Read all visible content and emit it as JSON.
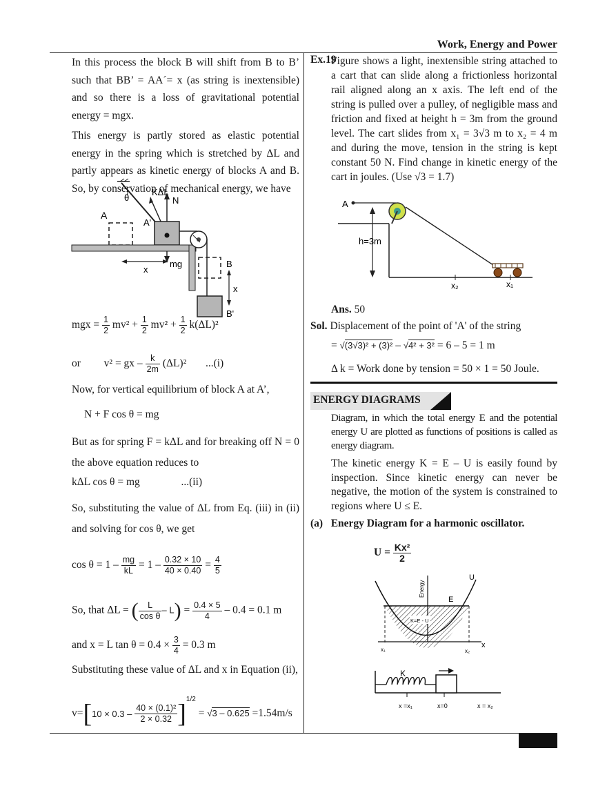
{
  "header": {
    "title": "Work, Energy and Power"
  },
  "left": {
    "para1": "In this process the block B will shift from B to B’ such that BB’ = AA´= x (as string is inextensible) and so there is a loss of gravitational potential energy = mgx.",
    "para2": "This energy is partly stored as elastic potential energy in the spring which is stretched by ΔL and partly appears as kinetic energy of blocks A and B. So, by conservation of mechanical energy, we have",
    "fig1": {
      "theta": "θ",
      "kdl": "KΔL",
      "n": "N",
      "a": "A",
      "a_prime": "A'",
      "mg": "mg",
      "x_bottom": "x",
      "b": "B",
      "x_right": "x",
      "b_prime": "B'"
    },
    "eq1": {
      "lhs": "mgx =",
      "f1n": "1",
      "f1d": "2",
      "t1": "mv² +",
      "f2n": "1",
      "f2d": "2",
      "t2": "mv² +",
      "f3n": "1",
      "f3d": "2",
      "t3": "k(ΔL)²"
    },
    "eq2": {
      "or": "or",
      "lhs": "v² = gx –",
      "fn": "k",
      "fd": "2m",
      "t": "(ΔL)²",
      "tag": "...(i)"
    },
    "para3": "Now, for vertical equilibrium of block A at A’,",
    "eq3": "N + F cos θ = mg",
    "para4": "But as for spring F = kΔL and for breaking off N = 0 the above equation reduces to",
    "eq4": "kΔL cos θ = mg",
    "eq4_tag": "...(ii)",
    "para5": "So, substituting the value of ΔL from Eq. (iii) in (ii) and solving for cos θ, we get",
    "eq5": {
      "lhs": "cos θ = 1 –",
      "f1n": "mg",
      "f1d": "kL",
      "mid": "= 1 –",
      "f2n": "0.32 × 10",
      "f2d": "40 × 0.40",
      "eq": "=",
      "f3n": "4",
      "f3d": "5"
    },
    "eq6": {
      "lhs": "So, that ΔL =",
      "fn": "L",
      "fd": "cos θ",
      "minus": "– L",
      "eq": "=",
      "f2n": "0.4 × 5",
      "f2d": "4",
      "rhs": "– 0.4 = 0.1 m"
    },
    "eq7": {
      "lhs": "and  x = L tan θ = 0.4 ×",
      "fn": "3",
      "fd": "4",
      "rhs": "= 0.3 m"
    },
    "para6": "Substituting these value of ΔL and x in Equation (ii),",
    "eq8": {
      "lhs": "v=",
      "inner": "10 × 0.3 –",
      "fn": "40 × (0.1)²",
      "fd": "2 × 0.32",
      "pow": "1/2",
      "eq": "=",
      "root": "3 – 0.625",
      "rhs": "=1.54m/s"
    }
  },
  "right": {
    "ex_label": "Ex.19",
    "ex_text": "Figure shows a light, inextensible string attached to a cart that can slide along a frictionless horizontal rail aligned along an x axis. The left end of the string is pulled over a pulley, of negligible mass and friction and fixed at height h = 3m from the ground level. The cart slides from x₁ = 3√3 m to x₂ = 4 m and during the move, tension in the string is kept constant 50 N. Find change in kinetic energy of the cart in joules. (Use √3 = 1.7)",
    "fig2": {
      "a": "A",
      "h": "h=3m",
      "x2": "x₂",
      "x1": "x₁"
    },
    "ans_label": "Ans.",
    "ans_value": "50",
    "sol_label": "Sol.",
    "sol_text": "Displacement of the point of 'A' of the string",
    "sol_eq1": {
      "eq": "=",
      "root1": "(3√3)² + (3)²",
      "minus": "–",
      "root2": "4² + 3²",
      "rhs": "= 6 – 5 = 1 m"
    },
    "sol_eq2": "Δ k = Work done by tension   = 50 × 1 = 50 Joule.",
    "section_title": "ENERGY DIAGRAMS",
    "para1": "Diagram, in which the total energy E and the potential energy U are plotted as functions of positions is called as energy diagram.",
    "para2": "The kinetic energy K = E – U is easily found by inspection. Since kinetic energy can never be negative, the motion of the system is constrained to regions where U ≤ E.",
    "sub_label": "(a)",
    "sub_title": "Energy Diagram for a harmonic oscillator.",
    "u_eq": {
      "lhs": "U  =",
      "num": "Kx²",
      "den": "2"
    },
    "fig3": {
      "u": "U",
      "energy": "Energy",
      "e": "E",
      "k_label": "K=E - U",
      "x": "x",
      "x1": "x₁",
      "x2": "x₂",
      "k_spring": "K",
      "bx1": "x =x₁",
      "bx0": "x=0",
      "bx2": "x = x₂"
    }
  }
}
